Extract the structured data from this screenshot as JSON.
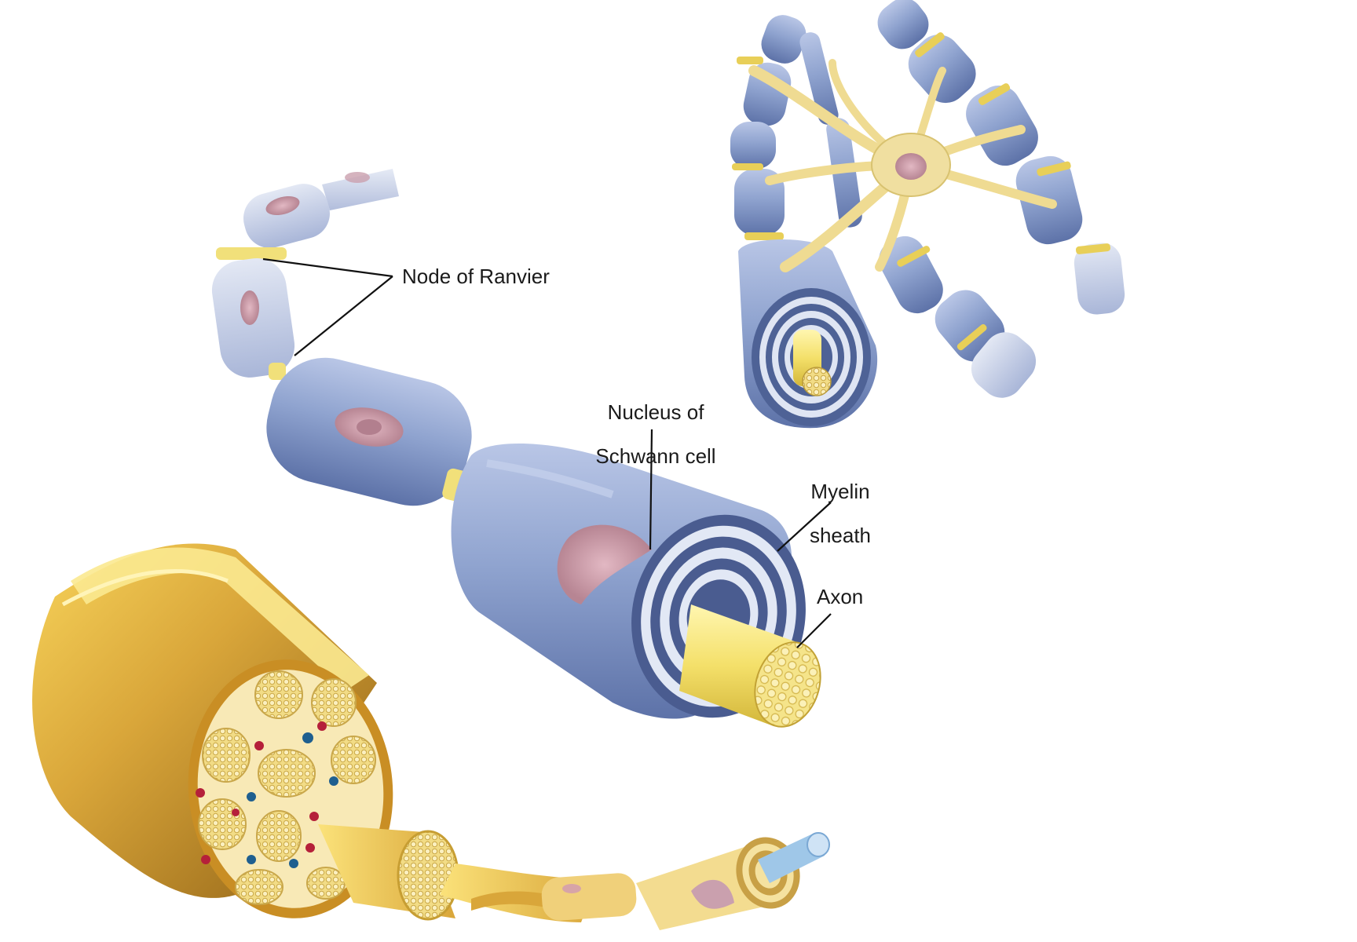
{
  "labels": {
    "node_of_ranvier": "Node of Ranvier",
    "nucleus_line1": "Nucleus of",
    "nucleus_line2": "Schwann cell",
    "myelin_line1": "Myelin",
    "myelin_line2": "sheath",
    "axon": "Axon"
  },
  "colors": {
    "myelin_blue": "#8fa3cf",
    "myelin_dark": "#52679c",
    "axon_yellow": "#f4e06a",
    "nerve_gold": "#d9a63a",
    "nucleus_pink": "#c99aa8",
    "glia_cream": "#f0dfa0",
    "blood_red": "#b5203a",
    "blood_blue": "#1f5f8f"
  }
}
